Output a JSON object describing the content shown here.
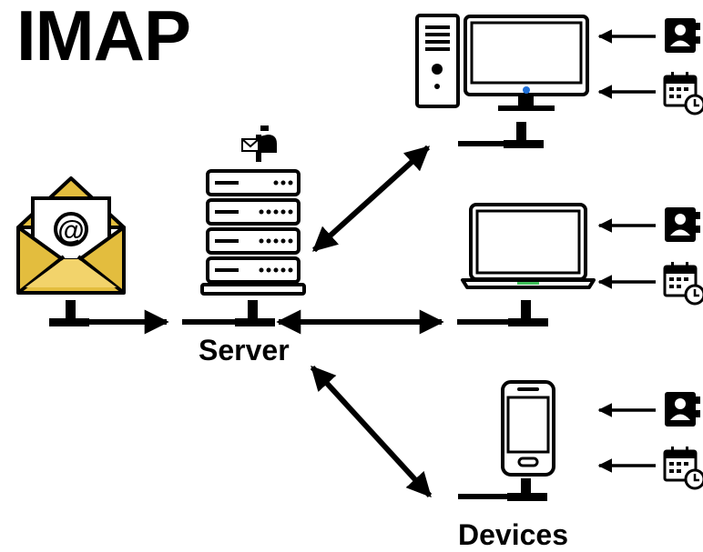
{
  "title": "IMAP",
  "labels": {
    "server": "Server",
    "devices": "Devices"
  },
  "email_symbol": "@",
  "icons": {
    "email": "email-envelope-icon",
    "server": "server-rack-icon",
    "mailbox": "mailbox-icon",
    "desktop": "desktop-computer-icon",
    "laptop": "laptop-icon",
    "phone": "smartphone-icon",
    "contacts": "contacts-icon",
    "calendar": "calendar-icon"
  },
  "colors": {
    "envelope_fill": "#e3bd3e",
    "envelope_light": "#f2d36b",
    "power_led_desktop": "#1e6fd9",
    "power_led_laptop": "#3fbf5a",
    "stroke": "#000000"
  }
}
